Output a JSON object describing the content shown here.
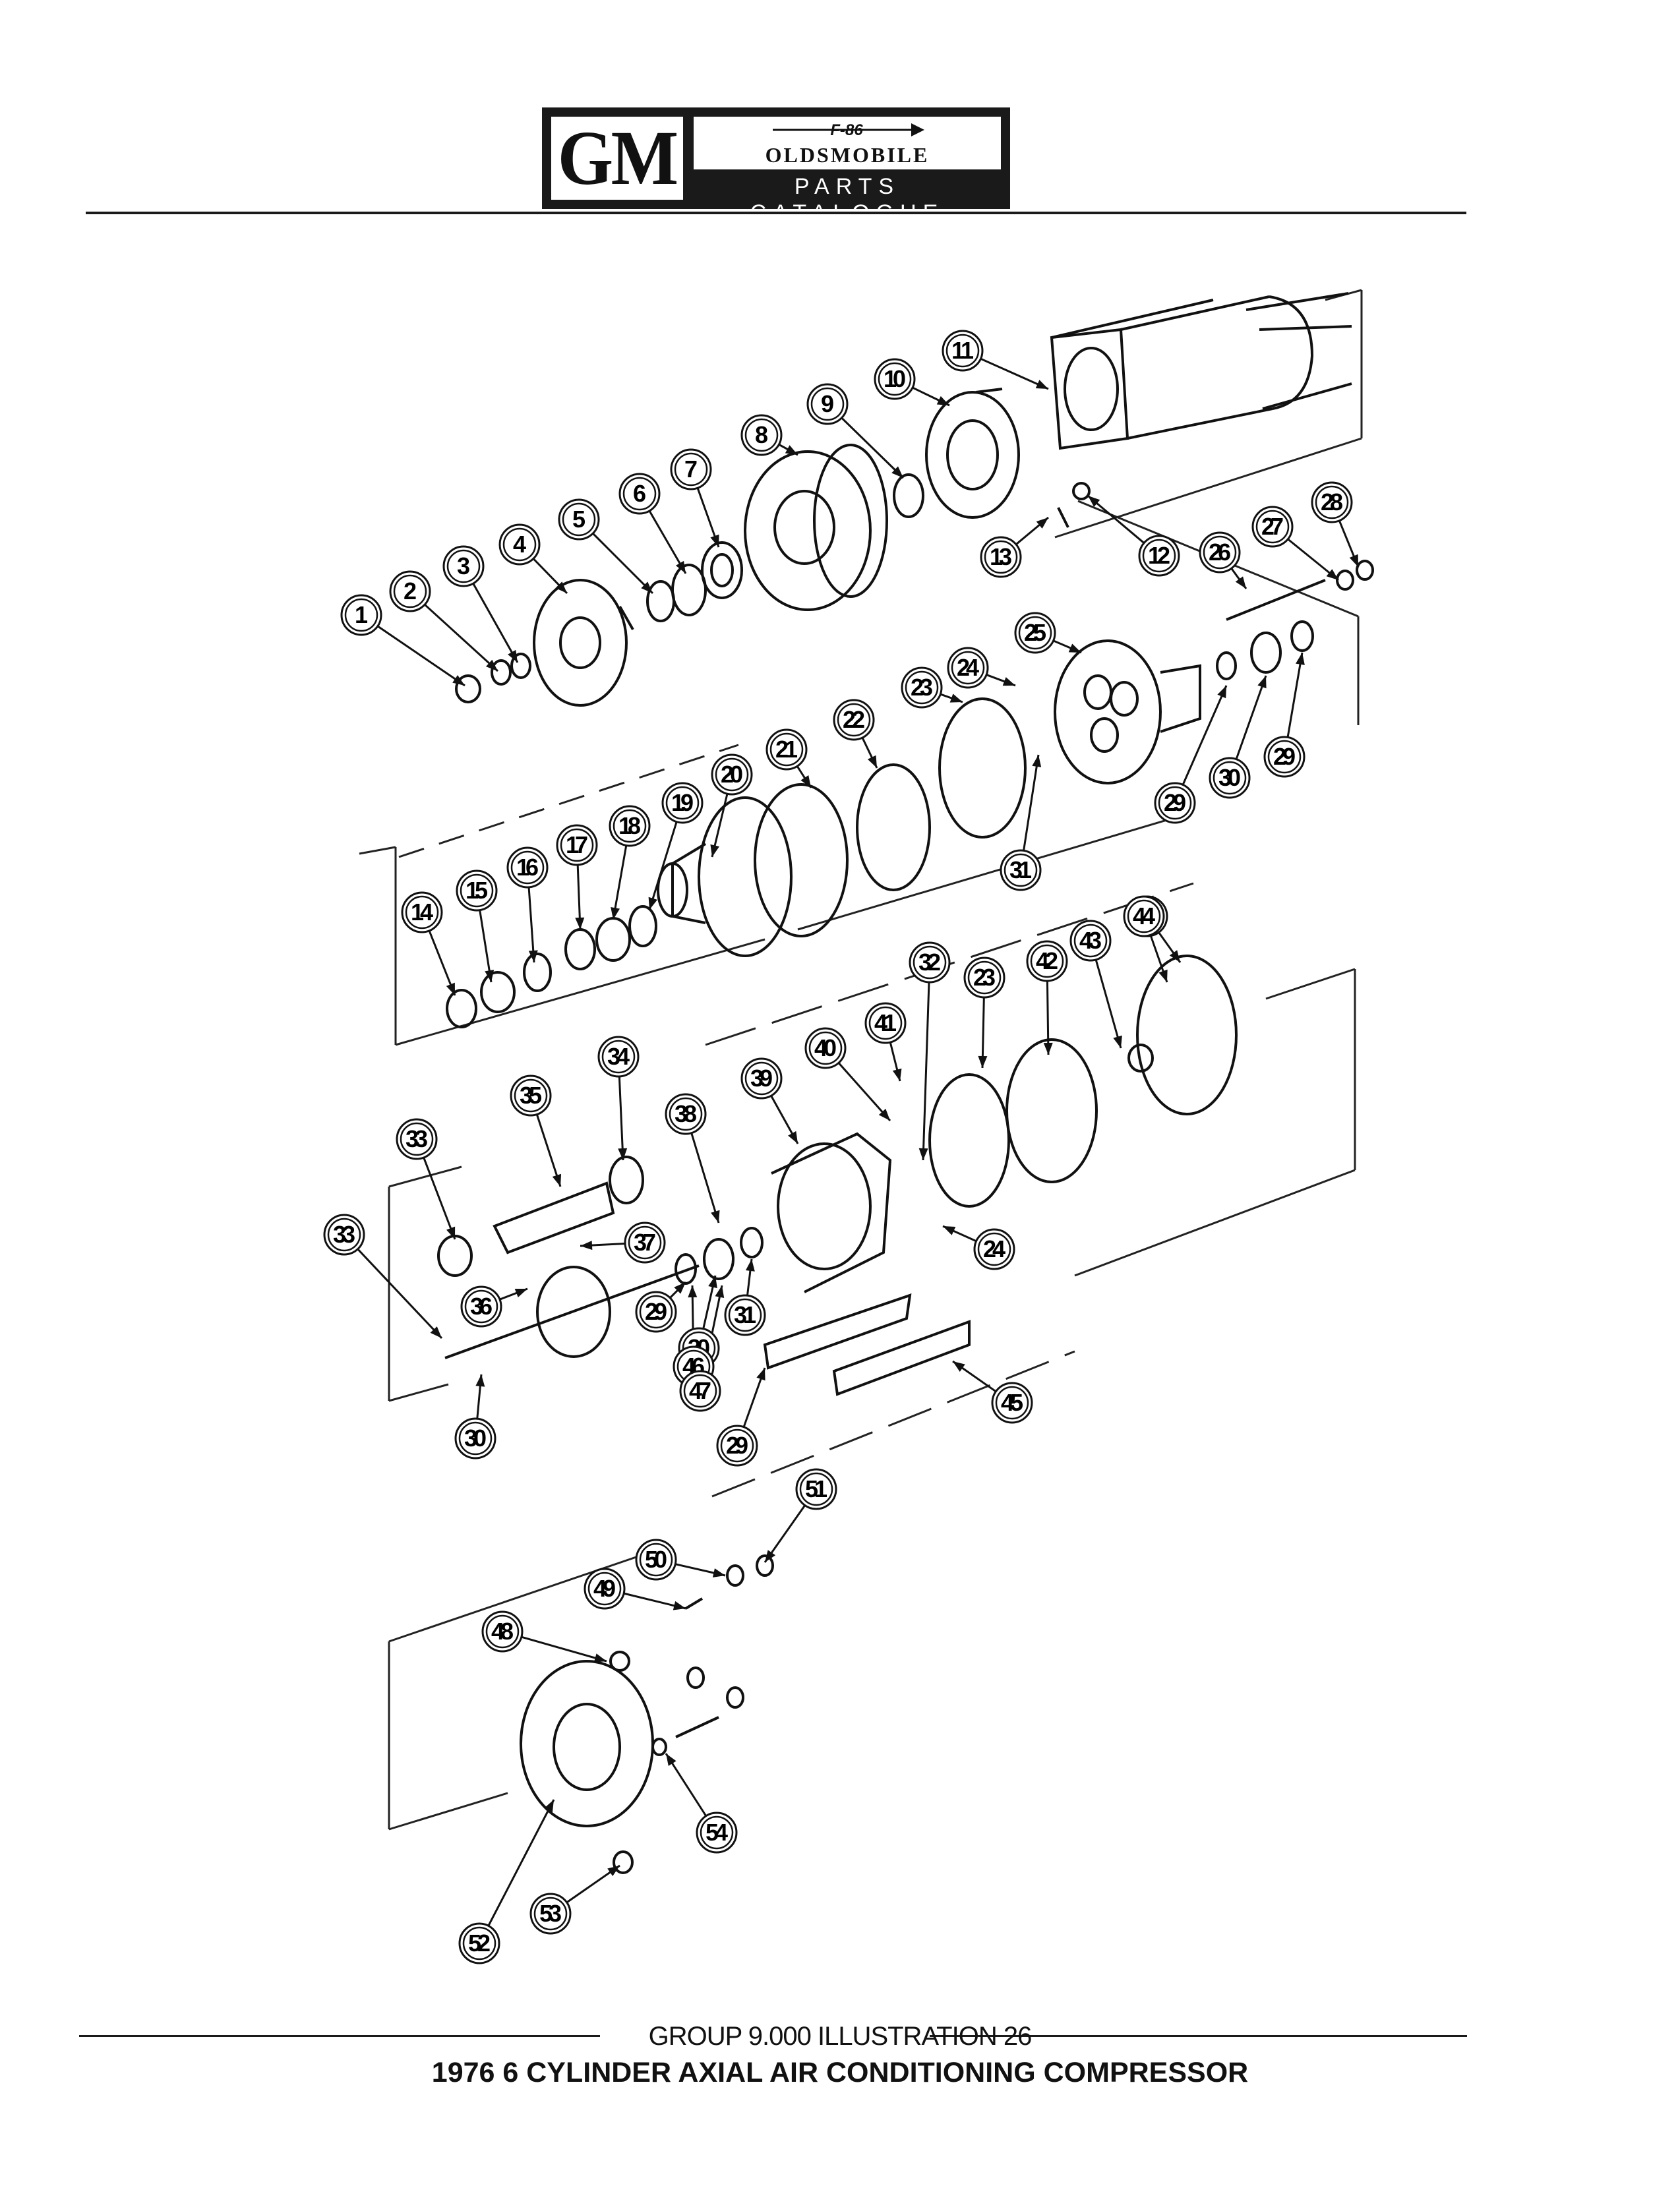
{
  "header": {
    "brand": "GM",
    "model_code": "F-86",
    "division": "OLDSMOBILE",
    "catalogue": "PARTS CATALOGUE"
  },
  "callouts": [
    "1",
    "2",
    "3",
    "4",
    "5",
    "6",
    "7",
    "8",
    "9",
    "10",
    "11",
    "12",
    "13",
    "14",
    "15",
    "16",
    "17",
    "18",
    "19",
    "20",
    "21",
    "22",
    "23",
    "24",
    "25",
    "26",
    "27",
    "28",
    "29",
    "29",
    "30",
    "31",
    "21",
    "23",
    "24",
    "29",
    "30",
    "31",
    "32",
    "33",
    "33",
    "34",
    "35",
    "36",
    "37",
    "38",
    "39",
    "40",
    "41",
    "42",
    "43",
    "44",
    "45",
    "29",
    "30",
    "46",
    "47",
    "48",
    "49",
    "50",
    "51",
    "52",
    "53",
    "54"
  ],
  "caption": "1976 6 CYLINDER AXIAL AIR CONDITIONING COMPRESSOR",
  "footer": "GROUP 9.000 ILLUSTRATION 26"
}
